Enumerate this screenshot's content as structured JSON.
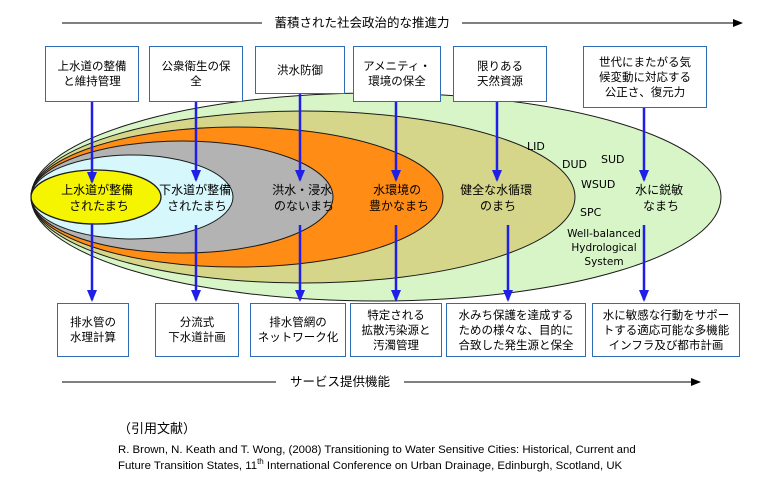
{
  "top_axis_label": "蓄積された社会政治的な推進力",
  "bottom_axis_label": "サービス提供機能",
  "top_boxes": [
    "上水道の整備\nと維持管理",
    "公衆衛生の保\n全",
    "洪水防御",
    "アメニティ・\n環境の保全",
    "限りある\n天然資源",
    "世代にまたがる気\n候変動に対応する\n公正さ、復元力"
  ],
  "stages": [
    {
      "line1": "上水道が整備",
      "line2": "されたまち",
      "color": "#f5f500"
    },
    {
      "line1": "下水道が整備",
      "line2": "されたまち",
      "color": "#d6f7fb"
    },
    {
      "line1": "洪水・浸水",
      "line2": "のないまち",
      "color": "#b3b3b3"
    },
    {
      "line1": "水環境の",
      "line2": "豊かなまち",
      "color": "#ff8c14"
    },
    {
      "line1": "健全な水循環",
      "line2": "のまち",
      "color": "#d6d68a"
    },
    {
      "line1": "水に鋭敏",
      "line2": "なまち",
      "color": "#d8f5c8"
    }
  ],
  "approach_labels": [
    "LID",
    "DUD",
    "SUD",
    "WSUD",
    "SPC",
    "Well-balanced",
    "Hydrological",
    "System"
  ],
  "bottom_boxes": [
    "排水管の\n水理計算",
    "分流式\n下水道計画",
    "排水管網の\nネットワーク化",
    "特定される\n拡散汚染源と\n汚濁管理",
    "水みち保護を達成する\nための様々な、目的に\n合致した発生源と保全",
    "水に敏感な行動をサポー\nトする適応可能な多機能\nインフラ及び都市計画"
  ],
  "citation": {
    "heading": "（引用文献）",
    "line1": "R. Brown, N. Keath and T. Wong, (2008) Transitioning to Water Sensitive Cities: Historical, Current and",
    "line2_before": "Future Transition States, 11",
    "line2_sup": "th",
    "line2_after": " International Conference on Urban Drainage, Edinburgh, Scotland, UK"
  },
  "colors": {
    "arrow": "#1f1fe6",
    "box_border": "#2e6db4",
    "outline": "#1a1a1a"
  }
}
